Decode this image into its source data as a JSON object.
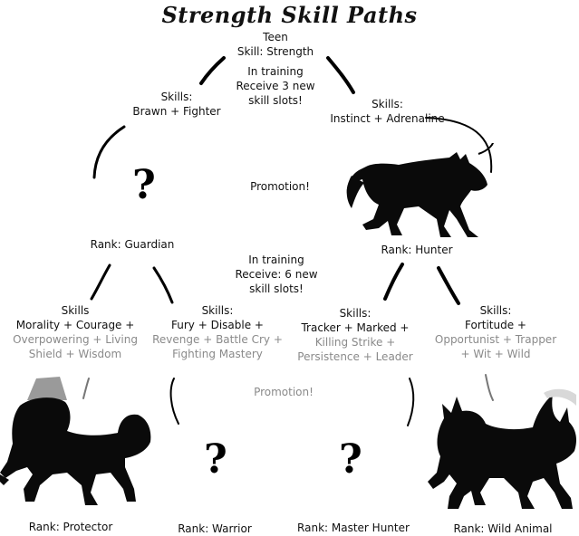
{
  "title": "Strength Skill Paths",
  "root": {
    "line1": "Teen",
    "line2": "Skill: Strength"
  },
  "training1": {
    "line1": "In training",
    "line2": "Receive 3 new",
    "line3": "skill slots!"
  },
  "branch_left": {
    "line1": "Skills:",
    "line2": "Brawn + Fighter",
    "rank": "Rank: Guardian"
  },
  "branch_right": {
    "line1": "Skills:",
    "line2": "Instinct + Adrenaline",
    "rank": "Rank: Hunter"
  },
  "promotion1": "Promotion!",
  "training2": {
    "line1": "In training",
    "line2": "Receive: 6 new",
    "line3": "skill slots!"
  },
  "promotion2": "Promotion!",
  "leaves": [
    {
      "skills_label": "Skills",
      "dark_line": "Morality + Courage +",
      "gray_line1": "Overpowering + Living",
      "gray_line2": "Shield + Wisdom",
      "rank": "Rank: Protector"
    },
    {
      "skills_label": "Skills:",
      "dark_line": "Fury + Disable +",
      "gray_line1": "Revenge + Battle Cry +",
      "gray_line2": "Fighting Mastery",
      "rank": "Rank: Warrior"
    },
    {
      "skills_label": "Skills:",
      "dark_line": "Tracker + Marked +",
      "gray_line1": "Killing Strike +",
      "gray_line2": "Persistence + Leader",
      "rank": "Rank: Master Hunter"
    },
    {
      "skills_label": "Skills:",
      "dark_line": "Fortitude +",
      "gray_line1": "Opportunist + Trapper",
      "gray_line2": "+ Wit + Wild",
      "rank": "Rank: Wild Animal"
    }
  ],
  "unknown_symbol": "?",
  "colors": {
    "ink": "#111111",
    "muted": "#8a8a8a",
    "silhouette": "#0a0a0a",
    "hat": "#9a9a9a"
  }
}
